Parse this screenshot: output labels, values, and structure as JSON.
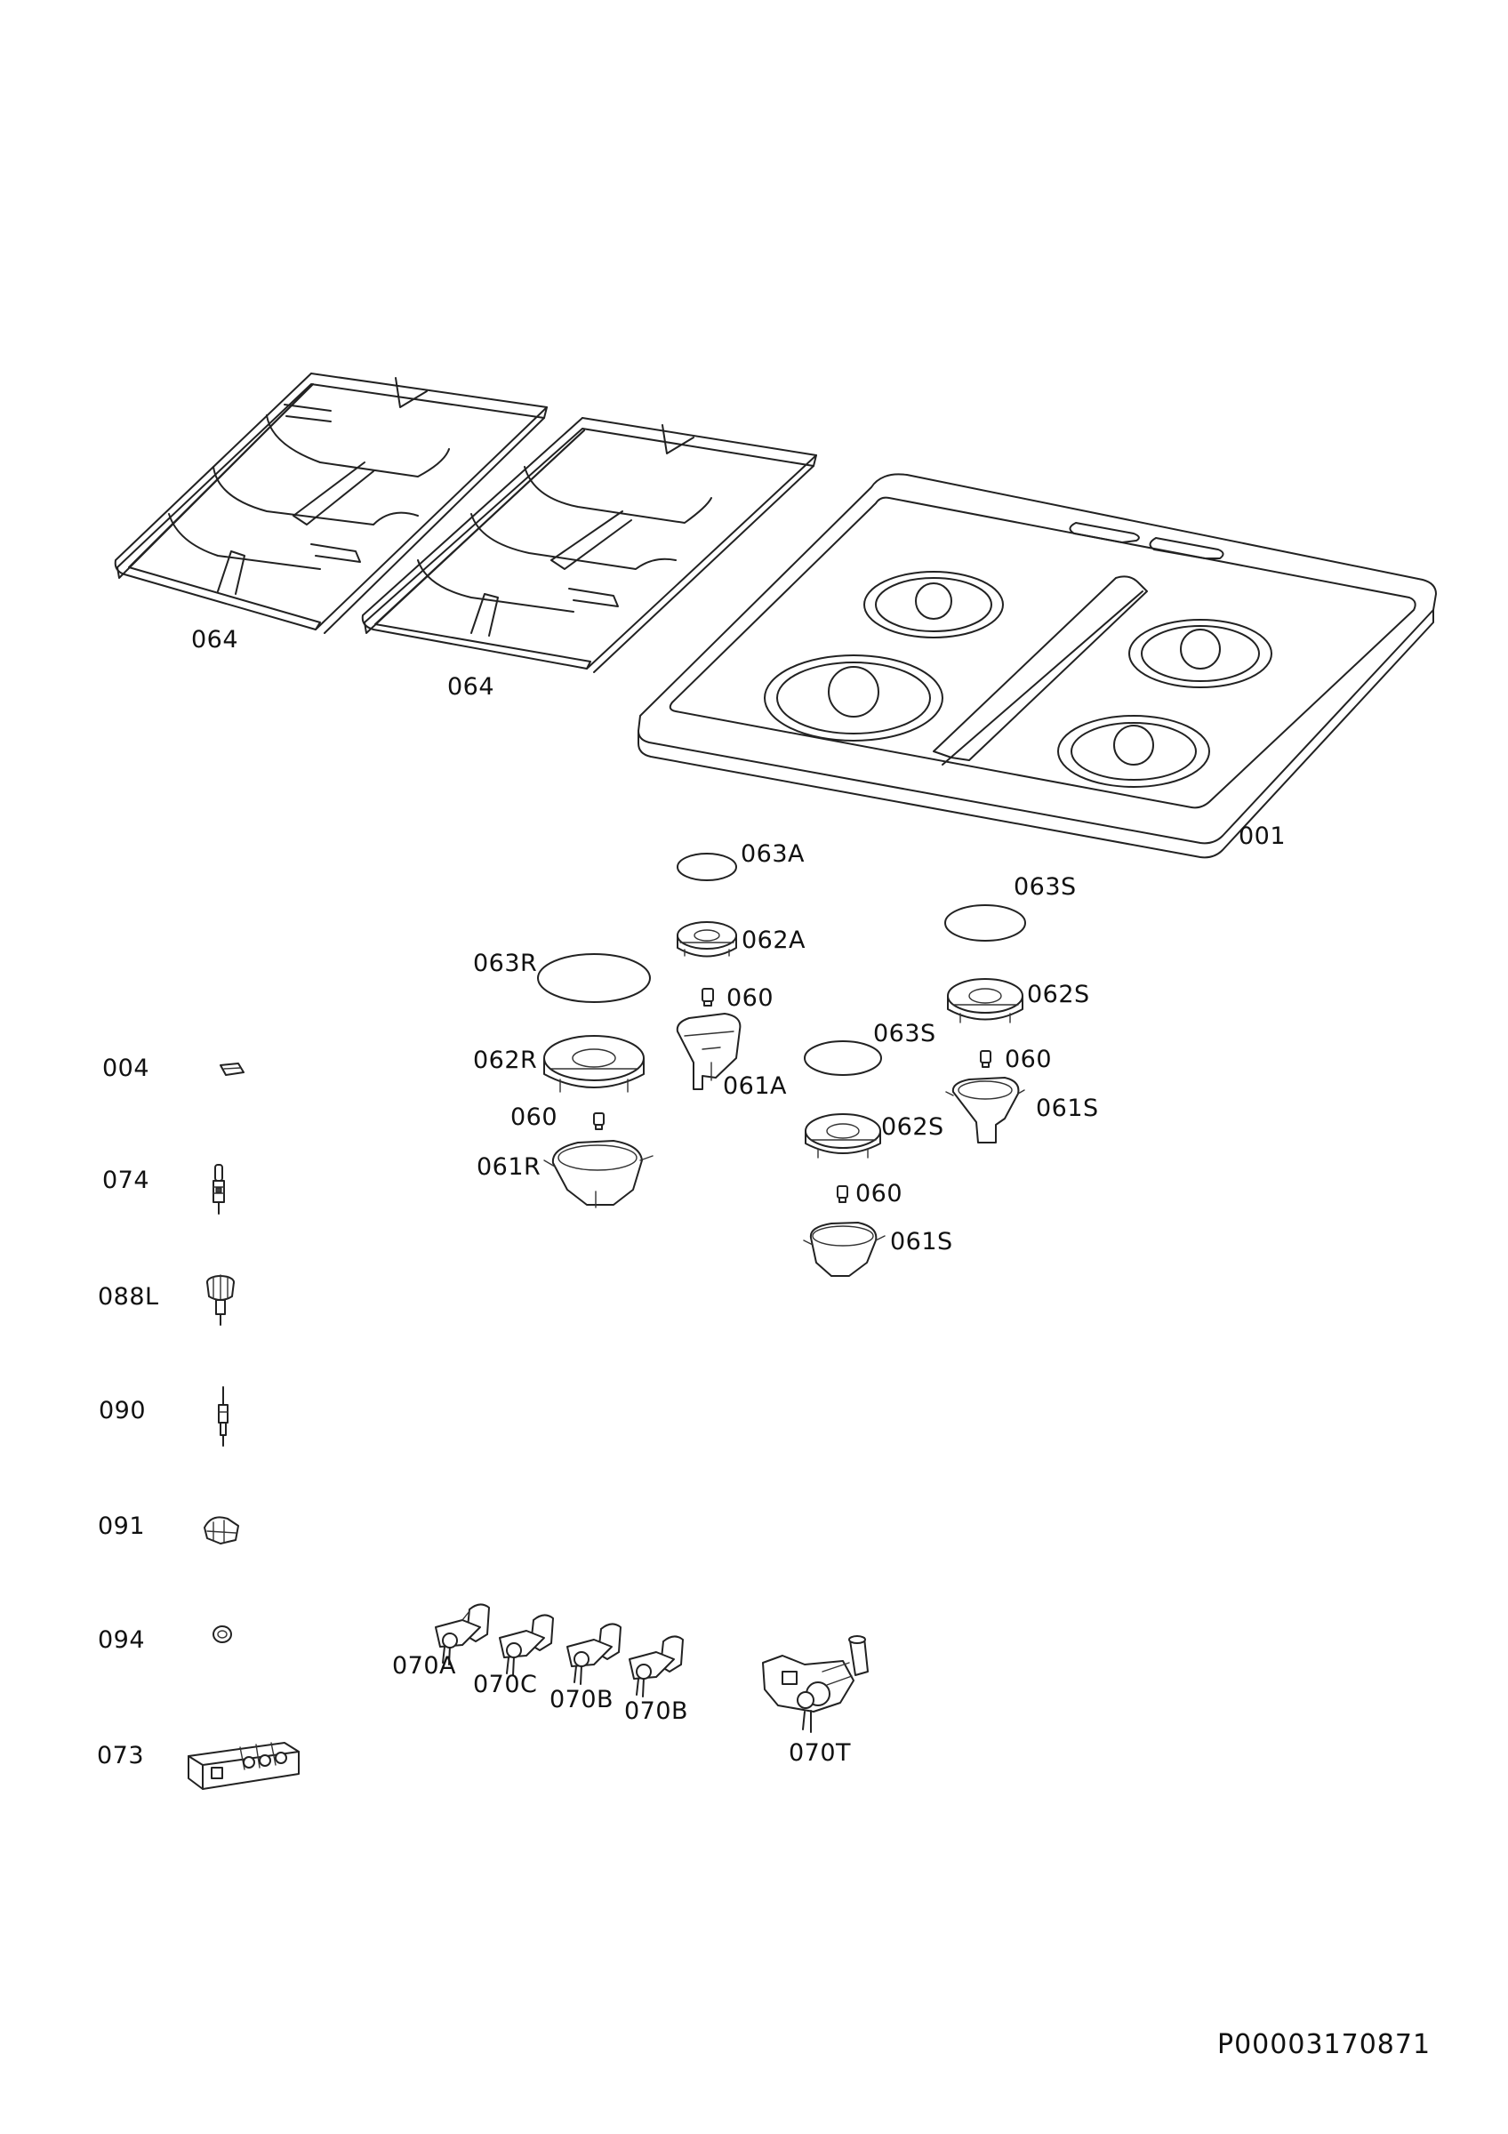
{
  "document_id": "P00003170871",
  "labels": {
    "grid_left": "064",
    "grid_right": "064",
    "hob_top": "001",
    "cap_aux": "063A",
    "cap_semi_top": "063S",
    "crown_aux": "062A",
    "cap_rapid": "063R",
    "injector_aux": "060",
    "crown_semi_top": "062S",
    "crown_rapid": "062R",
    "cap_semi_mid": "063S",
    "injector_semi_top": "060",
    "cup_aux": "061A",
    "cup_semi_top": "061S",
    "injector_rapid": "060",
    "crown_semi_mid": "062S",
    "cup_rapid": "061R",
    "injector_semi_mid": "060",
    "cup_semi_mid": "061S",
    "part_004": "004",
    "part_074": "074",
    "part_088L": "088L",
    "part_090": "090",
    "part_091": "091",
    "part_094": "094",
    "part_073": "073",
    "tap_070A": "070A",
    "tap_070C": "070C",
    "tap_070B_1": "070B",
    "tap_070B_2": "070B",
    "tap_070T": "070T"
  }
}
